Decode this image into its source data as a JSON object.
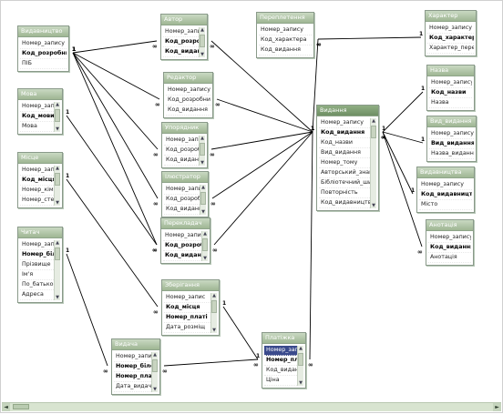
{
  "colors": {
    "title_bar": "#a8bd9c",
    "line": "#000000",
    "selection": "#3a4a8c"
  },
  "tables": {
    "vydavnytstvo": {
      "title": "Видавництво",
      "fields": [
        "Номер_запису",
        "Код_розробника",
        "ПІБ"
      ],
      "keys": [
        1
      ]
    },
    "mova": {
      "title": "Мова",
      "fields": [
        "Номер_запис",
        "Код_мови",
        "Мова"
      ],
      "keys": [
        1
      ]
    },
    "misce": {
      "title": "Місце",
      "fields": [
        "Номер_запис",
        "Код_місця",
        "Номер_кімна",
        "Номер_стела"
      ],
      "keys": [
        1
      ]
    },
    "chytach": {
      "title": "Читач",
      "fields": [
        "Номер_запис",
        "Номер_білет",
        "Прізвище",
        "Ім'я",
        "По_батькові",
        "Адреса"
      ],
      "keys": [
        1
      ]
    },
    "avtor": {
      "title": "Автор",
      "fields": [
        "Номер_запису",
        "Код_розробника",
        "Код_видання"
      ],
      "keys": [
        1,
        2
      ]
    },
    "avtor2": {
      "title": "Редактор",
      "fields": [
        "Номер_запису",
        "Код_розробника",
        "Код_видання"
      ],
      "keys": []
    },
    "avtor3": {
      "title": "Упорядник",
      "fields": [
        "Номер_запису",
        "Код_розробник",
        "Код_видання"
      ],
      "keys": []
    },
    "avtor4": {
      "title": "Ілюстратор",
      "fields": [
        "Номер_запису",
        "Код_розробник",
        "Код_видання"
      ],
      "keys": []
    },
    "perekladach": {
      "title": "Перекладач",
      "fields": [
        "Номер_запису",
        "Код_розробн",
        "Код_видання"
      ],
      "keys": [
        1,
        2
      ]
    },
    "zberigannia": {
      "title": "Зберігання",
      "fields": [
        "Номер_запис",
        "Код_місця",
        "Номер_платі",
        "Дата_розміщ"
      ],
      "keys": [
        1,
        2
      ]
    },
    "vydacha": {
      "title": "Видача",
      "fields": [
        "Номер_запис",
        "Номер_білет",
        "Номер_платі",
        "Дата_видачі"
      ],
      "keys": [
        1,
        2
      ]
    },
    "pereplet": {
      "title": "Переплетення",
      "fields": [
        "Номер_запису",
        "Код_характера",
        "Код_видання"
      ],
      "keys": []
    },
    "vydannia": {
      "title": "Видання",
      "fields": [
        "Номер_запису",
        "Код_видання",
        "Код_назви",
        "Вид_видання",
        "Номер_тому",
        "Авторський_знак",
        "Бібліотечний_шифр",
        "Повторність",
        "Код_видавництва"
      ],
      "keys": [
        1
      ]
    },
    "kharakter": {
      "title": "Характер",
      "fields": [
        "Номер_запису",
        "Код_характера",
        "Характер_перев"
      ],
      "keys": [
        1
      ]
    },
    "nazva": {
      "title": "Назва",
      "fields": [
        "Номер_запису",
        "Код_назви",
        "Назва"
      ],
      "keys": [
        1
      ]
    },
    "vyd_vydannia": {
      "title": "Вид_видання",
      "fields": [
        "Номер_запису",
        "Вид_видання",
        "Назва_видання"
      ],
      "keys": [
        1
      ]
    },
    "vydavnytstva": {
      "title": "Видавництва",
      "fields": [
        "Номер_запису",
        "Код_видавництва",
        "Місто"
      ],
      "keys": [
        1
      ]
    },
    "anotatsiia": {
      "title": "Анотація",
      "fields": [
        "Номер_запису",
        "Код_видання",
        "Анотація"
      ],
      "keys": [
        1
      ]
    },
    "platizhka": {
      "title": "Платіжка",
      "fields": [
        "Номер_запи",
        "Номер_платі",
        "Код_видання",
        "Ціна"
      ],
      "keys": [
        1
      ],
      "highlight": 0
    }
  },
  "relationships": [
    {
      "one": "vydavnytstvo",
      "many": "avtor"
    },
    {
      "one": "vydavnytstvo",
      "many": "avtor2"
    },
    {
      "one": "vydavnytstvo",
      "many": "avtor3"
    },
    {
      "one": "vydavnytstvo",
      "many": "avtor4"
    },
    {
      "one": "vydavnytstvo",
      "many": "perekladach"
    },
    {
      "one": "mova",
      "many": "perekladach"
    },
    {
      "one": "misce",
      "many": "zberigannia"
    },
    {
      "one": "chytach",
      "many": "vydacha"
    },
    {
      "one": "vydannia",
      "many": "avtor"
    },
    {
      "one": "vydannia",
      "many": "avtor2"
    },
    {
      "one": "vydannia",
      "many": "avtor3"
    },
    {
      "one": "vydannia",
      "many": "avtor4"
    },
    {
      "one": "vydannia",
      "many": "perekladach"
    },
    {
      "one": "vydannia",
      "many": "pereplet"
    },
    {
      "one": "kharakter",
      "many": "pereplet"
    },
    {
      "one": "nazva",
      "many": "vydannia"
    },
    {
      "one": "vyd_vydannia",
      "many": "vydannia"
    },
    {
      "one": "vydavnytstva",
      "many": "vydannia"
    },
    {
      "one": "vydannia",
      "many": "anotatsiia"
    },
    {
      "one": "zberigannia",
      "many": "platizhka"
    },
    {
      "one": "platizhka",
      "many": "vydacha"
    },
    {
      "one": "vydannia",
      "many": "platizhka"
    }
  ],
  "scrollbar": {
    "left_icon": "chevron-left-icon",
    "right_icon": "chevron-right-icon",
    "left_glyph": "◄",
    "right_glyph": "►"
  },
  "symbols": {
    "one": "1",
    "many": "∞"
  }
}
